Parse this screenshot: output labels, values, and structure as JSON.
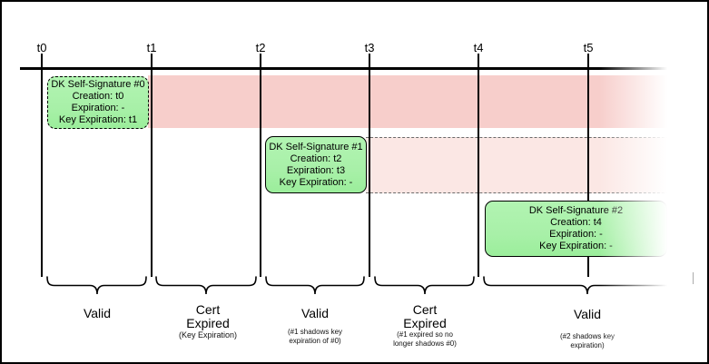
{
  "timeline": {
    "ticks": [
      "t0",
      "t1",
      "t2",
      "t3",
      "t4",
      "t5"
    ]
  },
  "signatures": [
    {
      "title": "DK Self-Signature #0",
      "creation": "Creation: t0",
      "expiration": "Expiration: -",
      "key_expiration": "Key Expiration: t1"
    },
    {
      "title": "DK Self-Signature #1",
      "creation": "Creation: t2",
      "expiration": "Expiration: t3",
      "key_expiration": "Key Expiration: -"
    },
    {
      "title": "DK Self-Signature #2",
      "creation": "Creation: t4",
      "expiration": "Expiration: -",
      "key_expiration": "Key Expiration: -"
    }
  ],
  "periods": [
    {
      "label": "Valid",
      "sub": ""
    },
    {
      "label": "Cert Expired",
      "sub": "(Key Expiration)"
    },
    {
      "label": "Valid",
      "sub": "(#1 shadows key expiration of #0)"
    },
    {
      "label": "Cert Expired",
      "sub": "(#1 expired so no longer shadows #0)"
    },
    {
      "label": "Valid",
      "sub": "(#2 shadows key expiration)"
    }
  ],
  "colors": {
    "expired_band": "#f7cecb",
    "shadow_band": "#fbe7e4",
    "signature_green": "#a8f0a8",
    "line": "#000000"
  }
}
